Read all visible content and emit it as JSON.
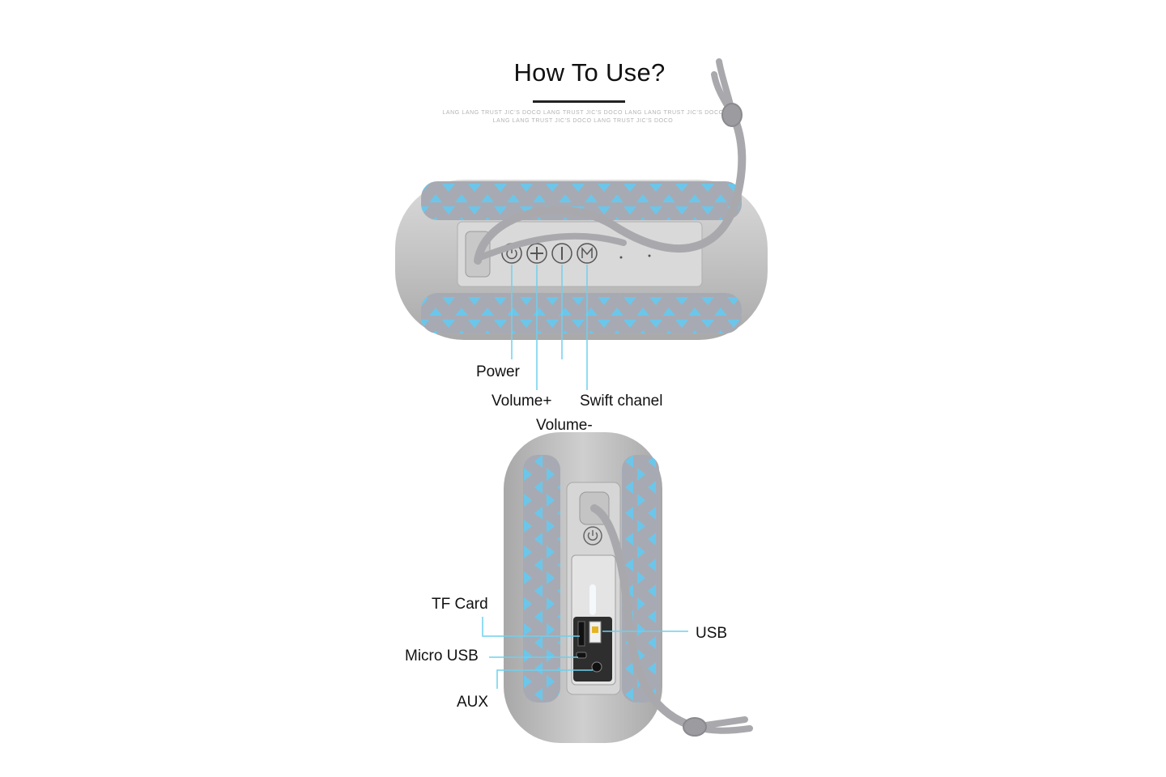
{
  "title": "How To Use?",
  "fine_print": [
    "LANG LANG TRUST JIC'S DOCO LANG TRUST JIC'S DOCO LANG LANG TRUST JIC'S DOCO",
    "LANG LANG TRUST JIC'S DOCO LANG TRUST JIC'S DOCO"
  ],
  "top_view_labels": {
    "power": "Power",
    "volume_plus": "Volume+",
    "swift_chanel": "Swift chanel",
    "volume_minus": "Volume-"
  },
  "side_view_labels": {
    "tf_card": "TF Card",
    "micro_usb": "Micro USB",
    "aux": "AUX",
    "usb": "USB"
  },
  "colors": {
    "background": "#ffffff",
    "body_grey": "#c4c4c4",
    "fabric_grey": "#a7aab3",
    "fabric_blue": "#6cc6ea",
    "leader_line": "#6fd0ee",
    "strap": "#a9a9ad"
  },
  "icons": [
    "power-icon",
    "plus-icon",
    "minus-icon",
    "mode-icon"
  ]
}
